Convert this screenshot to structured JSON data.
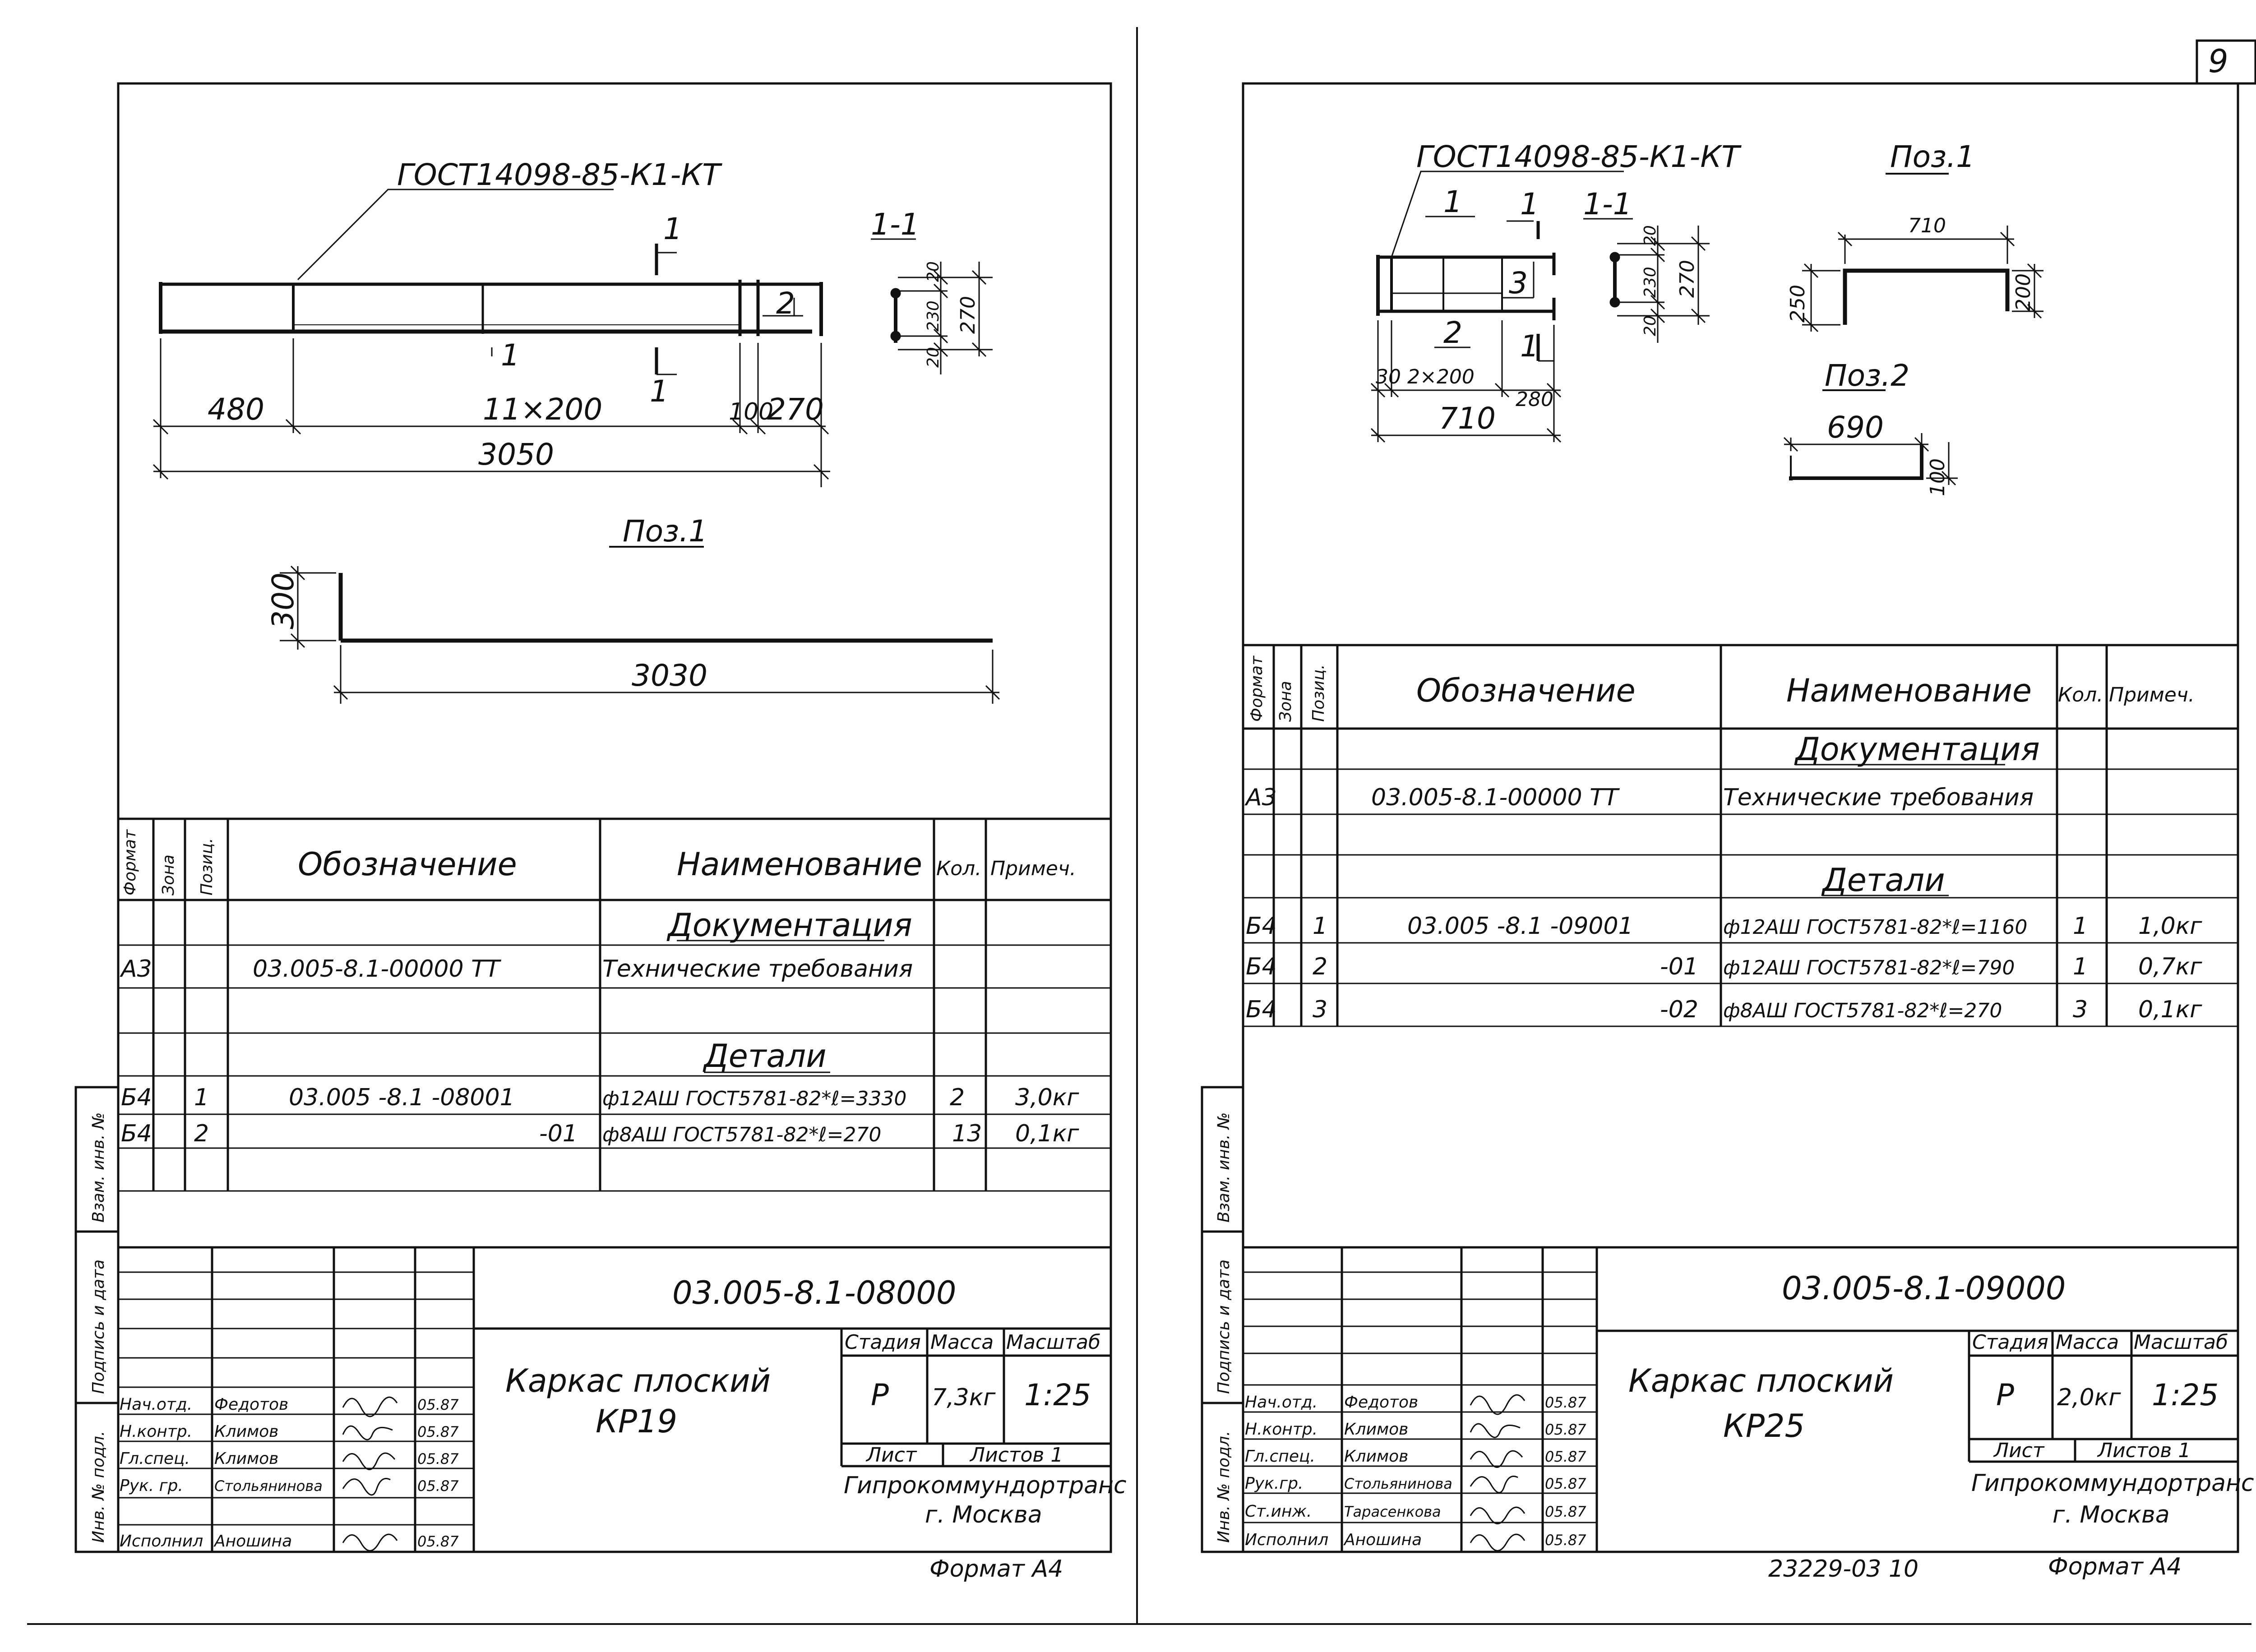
{
  "page_number": "9",
  "bottom_code": "23229-03 10",
  "left": {
    "leader": "ГОСТ14098-85-К1-КТ",
    "section_label": "1-1",
    "cut_mark": "1",
    "pos_label_2": "2",
    "dims": {
      "d480": "480",
      "d11x200": "11×200",
      "d100": "100",
      "d270": "270",
      "d3050": "3050",
      "s20a": "20",
      "s230": "230",
      "s20b": "20",
      "s270": "270"
    },
    "detail": {
      "title": "Поз.1",
      "h": "300",
      "l": "3030"
    },
    "spec": {
      "headers": {
        "format": "Формат",
        "zone": "Зона",
        "pos": "Позиц.",
        "designation": "Обозначение",
        "name": "Наименование",
        "qty": "Кол.",
        "note": "Примеч."
      },
      "section_docs": "Документация",
      "section_parts": "Детали",
      "doc_row": {
        "format": "А3",
        "designation": "03.005-8.1-00000 ТТ",
        "name": "Технические требования"
      },
      "rows": [
        {
          "format": "Б4",
          "pos": "1",
          "designation": "03.005 -8.1 -08001",
          "name": "ф12АШ ГОСТ5781-82*ℓ=3330",
          "qty": "2",
          "note": "3,0кг"
        },
        {
          "format": "Б4",
          "pos": "2",
          "designation": "-01",
          "name": "ф8АШ ГОСТ5781-82*ℓ=270",
          "qty": "13",
          "note": "0,1кг"
        }
      ]
    },
    "title_block": {
      "code": "03.005-8.1-08000",
      "title1": "Каркас плоский",
      "title2": "КР19",
      "stage_h": "Стадия",
      "mass_h": "Масса",
      "scale_h": "Масштаб",
      "stage": "Р",
      "mass": "7,3кг",
      "scale": "1:25",
      "sheet": "Лист",
      "sheets": "Листов 1",
      "org1": "Гипрокоммундортранс",
      "org2": "г. Москва",
      "roles": [
        {
          "role": "Нач.отд.",
          "name": "Федотов",
          "date": "05.87"
        },
        {
          "role": "Н.контр.",
          "name": "Климов",
          "date": "05.87"
        },
        {
          "role": "Гл.спец.",
          "name": "Климов",
          "date": "05.87"
        },
        {
          "role": "Рук. гр.",
          "name": "Стольянинова",
          "date": "05.87"
        },
        {
          "role": "Исполнил",
          "name": "Аношина",
          "date": "05.87"
        }
      ],
      "format": "Формат А4"
    },
    "side": {
      "s1": "Взам. инв. №",
      "s2": "Подпись и дата",
      "s3": "Инв. № подл."
    }
  },
  "right": {
    "leader": "ГОСТ14098-85-К1-КТ",
    "section_label": "1-1",
    "labels": {
      "p1": "1",
      "p2": "2",
      "p3": "3",
      "c1": "1"
    },
    "dims": {
      "d30": "30",
      "d2x200": "2×200",
      "d280": "280",
      "d710": "710",
      "s20a": "20",
      "s230": "230",
      "s20b": "20",
      "s270": "270"
    },
    "poz1": {
      "title": "Поз.1",
      "w": "710",
      "h1": "250",
      "h2": "200"
    },
    "poz2": {
      "title": "Поз.2",
      "w": "690",
      "h": "100"
    },
    "spec": {
      "headers": {
        "format": "Формат",
        "zone": "Зона",
        "pos": "Позиц.",
        "designation": "Обозначение",
        "name": "Наименование",
        "qty": "Кол.",
        "note": "Примеч."
      },
      "section_docs": "Документация",
      "section_parts": "Детали",
      "doc_row": {
        "format": "А3",
        "designation": "03.005-8.1-00000 ТТ",
        "name": "Технические требования"
      },
      "rows": [
        {
          "format": "Б4",
          "pos": "1",
          "designation": "03.005 -8.1 -09001",
          "name": "ф12АШ ГОСТ5781-82*ℓ=1160",
          "qty": "1",
          "note": "1,0кг"
        },
        {
          "format": "Б4",
          "pos": "2",
          "designation": "-01",
          "name": "ф12АШ ГОСТ5781-82*ℓ=790",
          "qty": "1",
          "note": "0,7кг"
        },
        {
          "format": "Б4",
          "pos": "3",
          "designation": "-02",
          "name": "ф8АШ ГОСТ5781-82*ℓ=270",
          "qty": "3",
          "note": "0,1кг"
        }
      ]
    },
    "title_block": {
      "code": "03.005-8.1-09000",
      "title1": "Каркас плоский",
      "title2": "КР25",
      "stage_h": "Стадия",
      "mass_h": "Масса",
      "scale_h": "Масштаб",
      "stage": "Р",
      "mass": "2,0кг",
      "scale": "1:25",
      "sheet": "Лист",
      "sheets": "Листов 1",
      "org1": "Гипрокоммундортранс",
      "org2": "г. Москва",
      "roles": [
        {
          "role": "Нач.отд.",
          "name": "Федотов",
          "date": "05.87"
        },
        {
          "role": "Н.контр.",
          "name": "Климов",
          "date": "05.87"
        },
        {
          "role": "Гл.спец.",
          "name": "Климов",
          "date": "05.87"
        },
        {
          "role": "Рук.гр.",
          "name": "Стольянинова",
          "date": "05.87"
        },
        {
          "role": "Ст.инж.",
          "name": "Тарасенкова",
          "date": "05.87"
        },
        {
          "role": "Исполнил",
          "name": "Аношина",
          "date": "05.87"
        }
      ],
      "format": "Формат А4"
    },
    "side": {
      "s1": "Взам. инв. №",
      "s2": "Подпись и дата",
      "s3": "Инв. № подл."
    }
  }
}
